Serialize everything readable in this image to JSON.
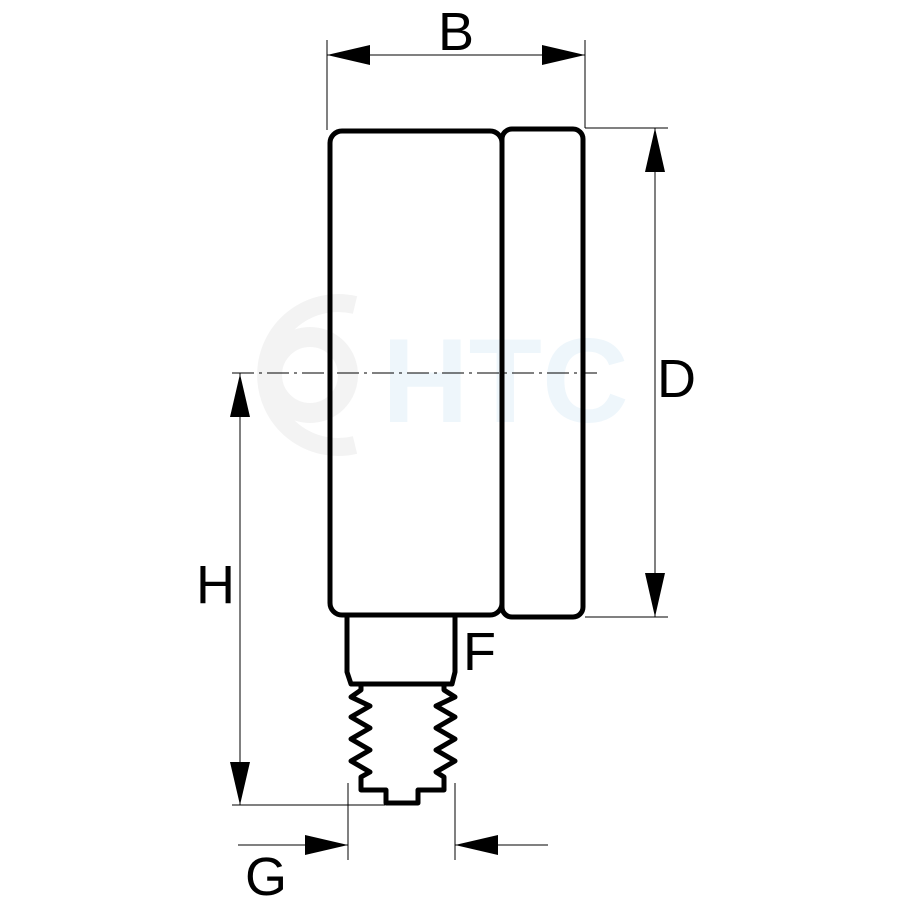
{
  "watermark": {
    "text": "HTC",
    "color": "#eef6fb"
  },
  "dimensions": {
    "width_label": "B",
    "diameter_label": "D",
    "height_label": "H",
    "connection_label": "G",
    "wrench_flat_label": "F"
  }
}
